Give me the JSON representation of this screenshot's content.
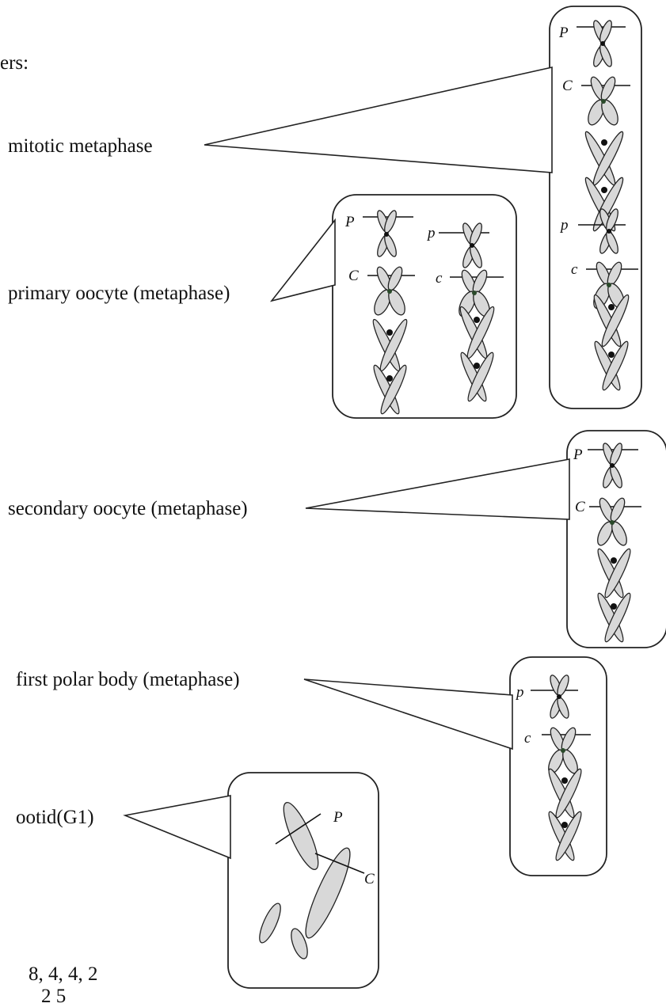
{
  "labels": {
    "header_fragment": "ers:",
    "mitotic": "mitotic metaphase",
    "primary": "primary oocyte (metaphase)",
    "secondary": "secondary oocyte (metaphase)",
    "polar": "first polar body (metaphase)",
    "ootid": "ootid(G1)",
    "answer_line": "8, 4, 4, 2",
    "answer_line_partial": "2 5"
  },
  "tags": {
    "P": "P",
    "C": "C",
    "p": "p",
    "c": "c"
  }
}
